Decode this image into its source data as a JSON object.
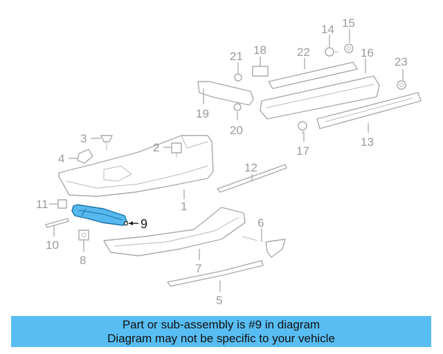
{
  "diagram": {
    "highlight_color": "#58bdf2",
    "highlighted_part": "9",
    "callouts": [
      "1",
      "2",
      "3",
      "4",
      "5",
      "6",
      "7",
      "8",
      "9",
      "10",
      "11",
      "12",
      "13",
      "14",
      "15",
      "16",
      "17",
      "18",
      "19",
      "20",
      "21",
      "22",
      "23"
    ]
  },
  "banner": {
    "line1": "Part or sub-assembly is #9 in diagram",
    "line2": "Diagram may not be specific to your vehicle"
  }
}
